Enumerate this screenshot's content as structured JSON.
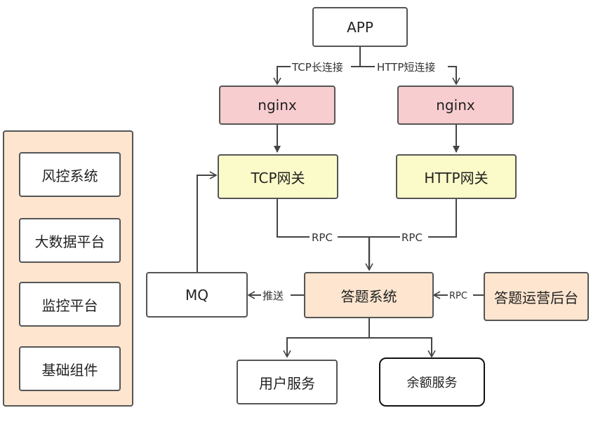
{
  "side_panel": {
    "items": [
      {
        "label": "风控系统"
      },
      {
        "label": "大数据平台"
      },
      {
        "label": "监控平台"
      },
      {
        "label": "基础组件"
      }
    ]
  },
  "nodes": {
    "app": "APP",
    "nginx_left": "nginx",
    "nginx_right": "nginx",
    "tcp_gateway": "TCP网关",
    "http_gateway": "HTTP网关",
    "mq": "MQ",
    "answer_system": "答题系统",
    "answer_ops_backend": "答题运营后台",
    "user_service": "用户服务",
    "balance_service": "余额服务"
  },
  "edge_labels": {
    "tcp_long": "TCP长连接",
    "http_short": "HTTP短连接",
    "rpc_left": "RPC",
    "rpc_right": "RPC",
    "push": "推送",
    "rpc_ops": "RPC"
  },
  "colors": {
    "nginx": "#f8cdd0",
    "gateway": "#fbfbc9",
    "system": "#fde5cf",
    "border": "#555555"
  }
}
